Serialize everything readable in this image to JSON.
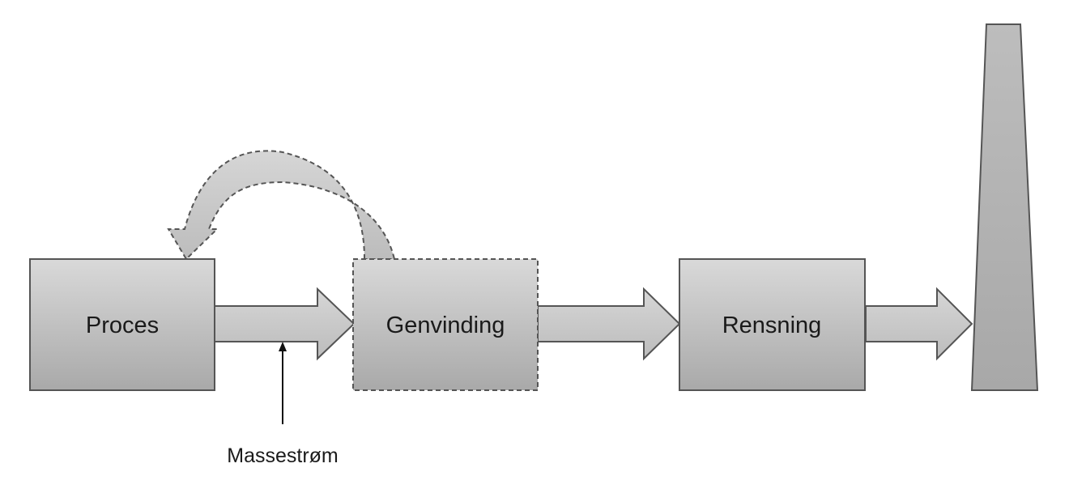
{
  "diagram": {
    "nodes": {
      "process": "Proces",
      "recovery": "Genvinding",
      "cleaning": "Rensning"
    },
    "annotation": "Massestrøm"
  },
  "colors": {
    "box_fill_light": "#d9d9d9",
    "box_fill_dark": "#a6a6a6",
    "stroke": "#555555",
    "text": "#1a1a1a"
  }
}
